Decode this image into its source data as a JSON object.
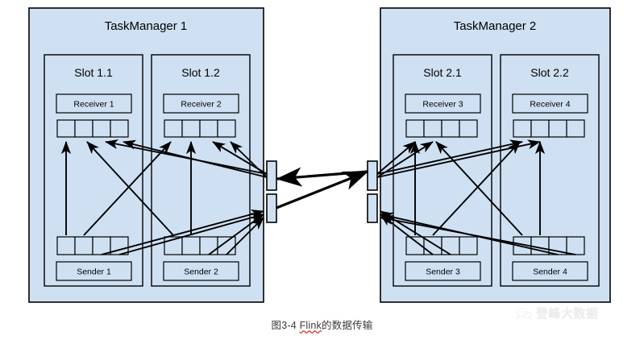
{
  "figure": {
    "caption_prefix": "图3-4 ",
    "caption_term": "Flink",
    "caption_suffix": "的数据传输",
    "background_color": "#ffffff",
    "box_fill": "#cfe0f2",
    "box_stroke": "#000000",
    "arrow_color": "#000000"
  },
  "watermark": {
    "icon": "wechat-icon",
    "text": "登峰大数据",
    "color": "#f2f2f2"
  },
  "taskmanagers": [
    {
      "id": "taskmanager-1",
      "title": "TaskManager 1",
      "slots": [
        {
          "id": "slot-1-1",
          "title": "Slot 1.1",
          "receiver": "Receiver 1",
          "sender": "Sender 1",
          "receiver_buffers": 4,
          "sender_buffers": 4
        },
        {
          "id": "slot-1-2",
          "title": "Slot 1.2",
          "receiver": "Receiver 2",
          "sender": "Sender 2",
          "receiver_buffers": 4,
          "sender_buffers": 4
        }
      ]
    },
    {
      "id": "taskmanager-2",
      "title": "TaskManager 2",
      "slots": [
        {
          "id": "slot-2-1",
          "title": "Slot 2.1",
          "receiver": "Receiver 3",
          "sender": "Sender 3",
          "receiver_buffers": 4,
          "sender_buffers": 4
        },
        {
          "id": "slot-2-2",
          "title": "Slot 2.2",
          "receiver": "Receiver 4",
          "sender": "Sender 4",
          "receiver_buffers": 4,
          "sender_buffers": 4
        }
      ]
    }
  ],
  "network_connectors": [
    {
      "id": "tm1-out-connector",
      "side": "left",
      "role": "outgoing"
    },
    {
      "id": "tm1-in-connector",
      "side": "left",
      "role": "incoming"
    },
    {
      "id": "tm2-out-connector",
      "side": "right",
      "role": "outgoing"
    },
    {
      "id": "tm2-in-connector",
      "side": "right",
      "role": "incoming"
    }
  ]
}
